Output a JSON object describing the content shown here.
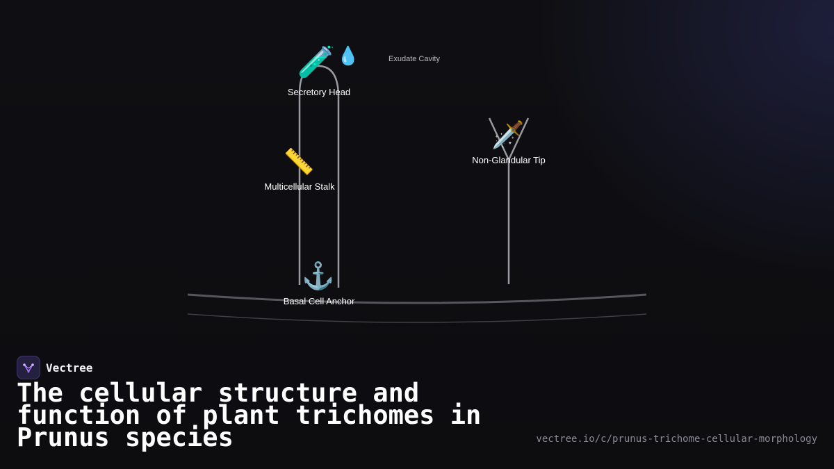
{
  "diagram": {
    "labels": {
      "secretory_head": "Secretory Head",
      "exudate_cavity": "Exudate Cavity",
      "multicellular_stalk": "Multicellular Stalk",
      "non_glandular_tip": "Non-Glandular Tip",
      "basal_cell_anchor": "Basal Cell Anchor"
    },
    "icons": {
      "secretory_head": "test-tube-icon",
      "exudate": "droplet-icon",
      "stalk": "ruler-icon",
      "tip": "dagger-icon",
      "anchor": "anchor-icon"
    }
  },
  "brand": {
    "name": "Vectree",
    "logo_icon": "vectree-logo-icon"
  },
  "title": "The cellular structure and function of plant trichomes in Prunus species",
  "url": "vectree.io/c/prunus-trichome-cellular-morphology",
  "colors": {
    "background": "#0f0f13",
    "line": "#9a9aa2",
    "accent": "#a874ff"
  }
}
